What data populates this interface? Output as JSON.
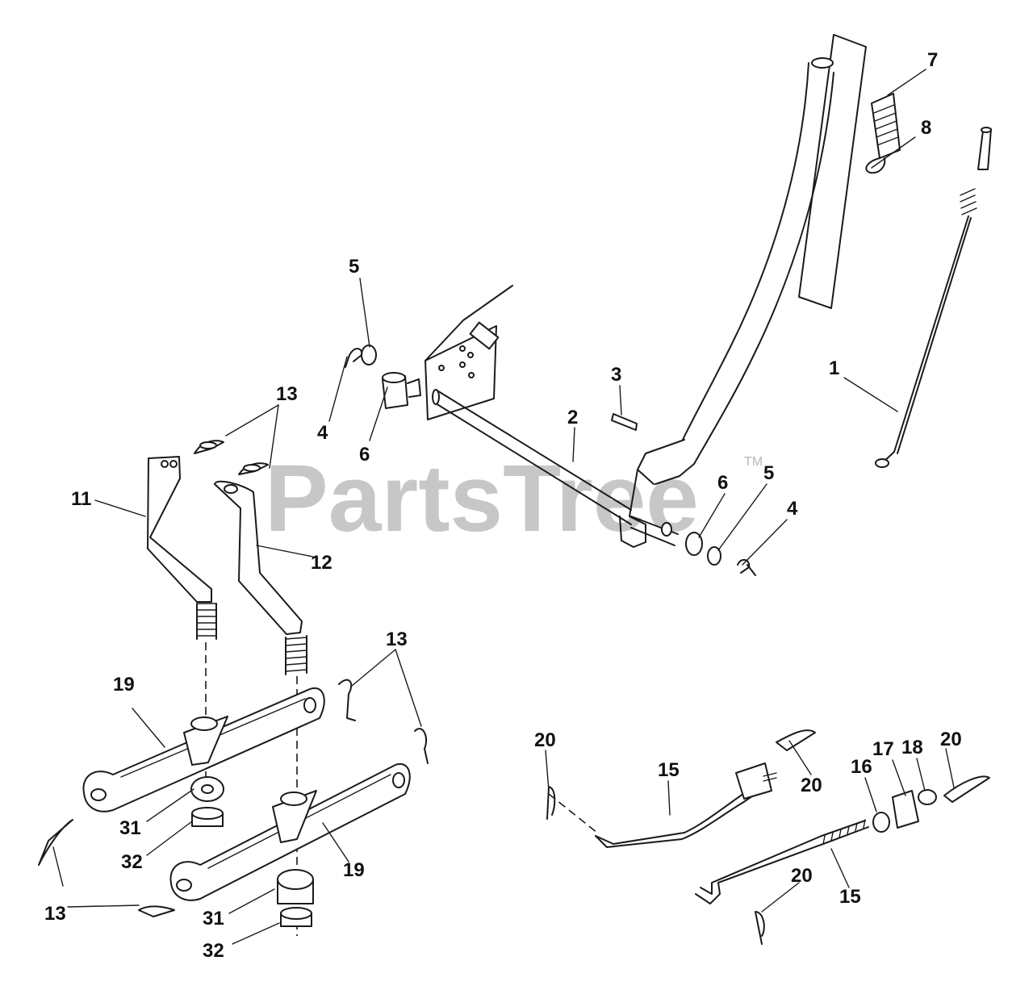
{
  "watermark": {
    "text": "PartsTree",
    "trademark": "TM"
  },
  "callouts": [
    "7",
    "8",
    "5",
    "1",
    "3",
    "4",
    "13",
    "6",
    "2",
    "11",
    "6",
    "5",
    "4",
    "12",
    "13",
    "19",
    "20",
    "15",
    "17",
    "18",
    "20",
    "16",
    "20",
    "31",
    "32",
    "19",
    "20",
    "15",
    "13",
    "31",
    "32"
  ]
}
